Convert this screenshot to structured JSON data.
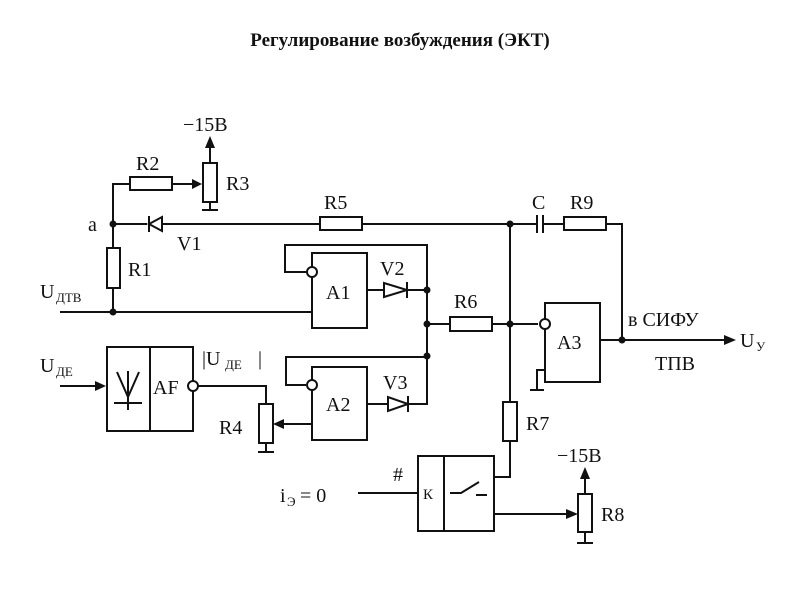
{
  "title": "Регулирование возбуждения (ЭКТ)",
  "labels": {
    "node_a": "a",
    "supply_top": "−15В",
    "supply_bottom": "−15В",
    "R1": "R1",
    "R2": "R2",
    "R3": "R3",
    "R4": "R4",
    "R5": "R5",
    "R6": "R6",
    "R7": "R7",
    "R8": "R8",
    "R9": "R9",
    "C": "C",
    "V1": "V1",
    "V2": "V2",
    "V3": "V3",
    "A1": "A1",
    "A2": "A2",
    "A3": "A3",
    "AF": "AF",
    "K": "К",
    "hash": "#",
    "u_dtv_main": "U",
    "u_dtv_sub": "ДТВ",
    "u_de_main": "U",
    "u_de_sub": "ДЕ",
    "u_de_abs_main": "|U",
    "u_de_abs_sub": "ДЕ",
    "u_de_abs_close": "|",
    "i_e_main": "i",
    "i_e_sub": "Э",
    "i_e_eq": " = 0",
    "to_sifu": "в СИФУ",
    "tpv": "ТПВ",
    "u_out_main": "U",
    "u_out_sub": "У"
  }
}
